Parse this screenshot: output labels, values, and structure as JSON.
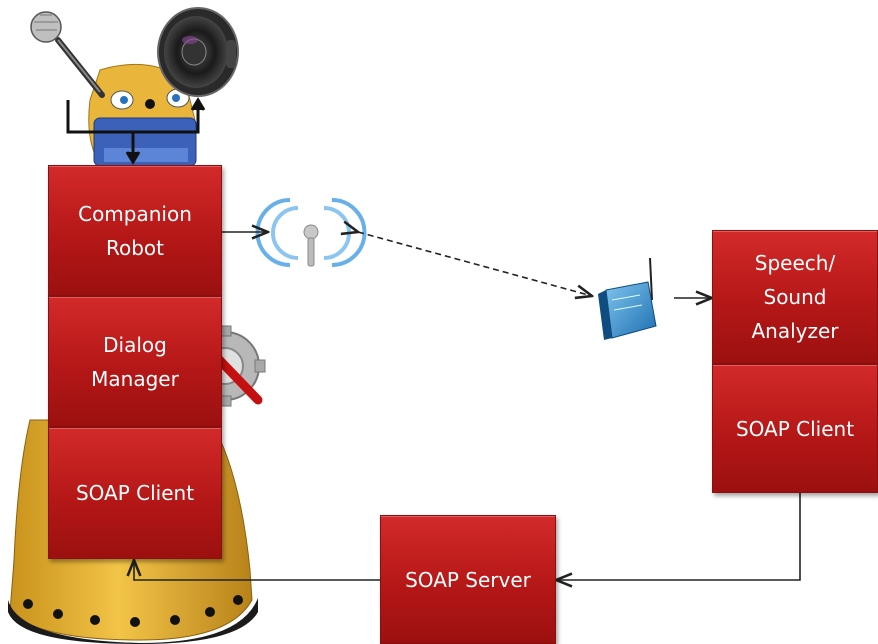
{
  "diagram": {
    "robot_stack": {
      "companion_robot": "Companion\nRobot",
      "dialog_manager": "Dialog\nManager",
      "soap_client": "SOAP Client"
    },
    "analyzer_stack": {
      "speech_analyzer": "Speech/\nSound\nAnalyzer",
      "soap_client": "SOAP Client"
    },
    "soap_server": "SOAP Server"
  },
  "colors": {
    "box_red": "#c41e1e",
    "robot_yellow": "#e9b53a",
    "arrow": "#222222"
  },
  "icons": [
    "microphone-icon",
    "speaker-icon",
    "wireless-antenna-icon",
    "wifi-router-icon",
    "gear-wrench-icon",
    "robot-image"
  ]
}
